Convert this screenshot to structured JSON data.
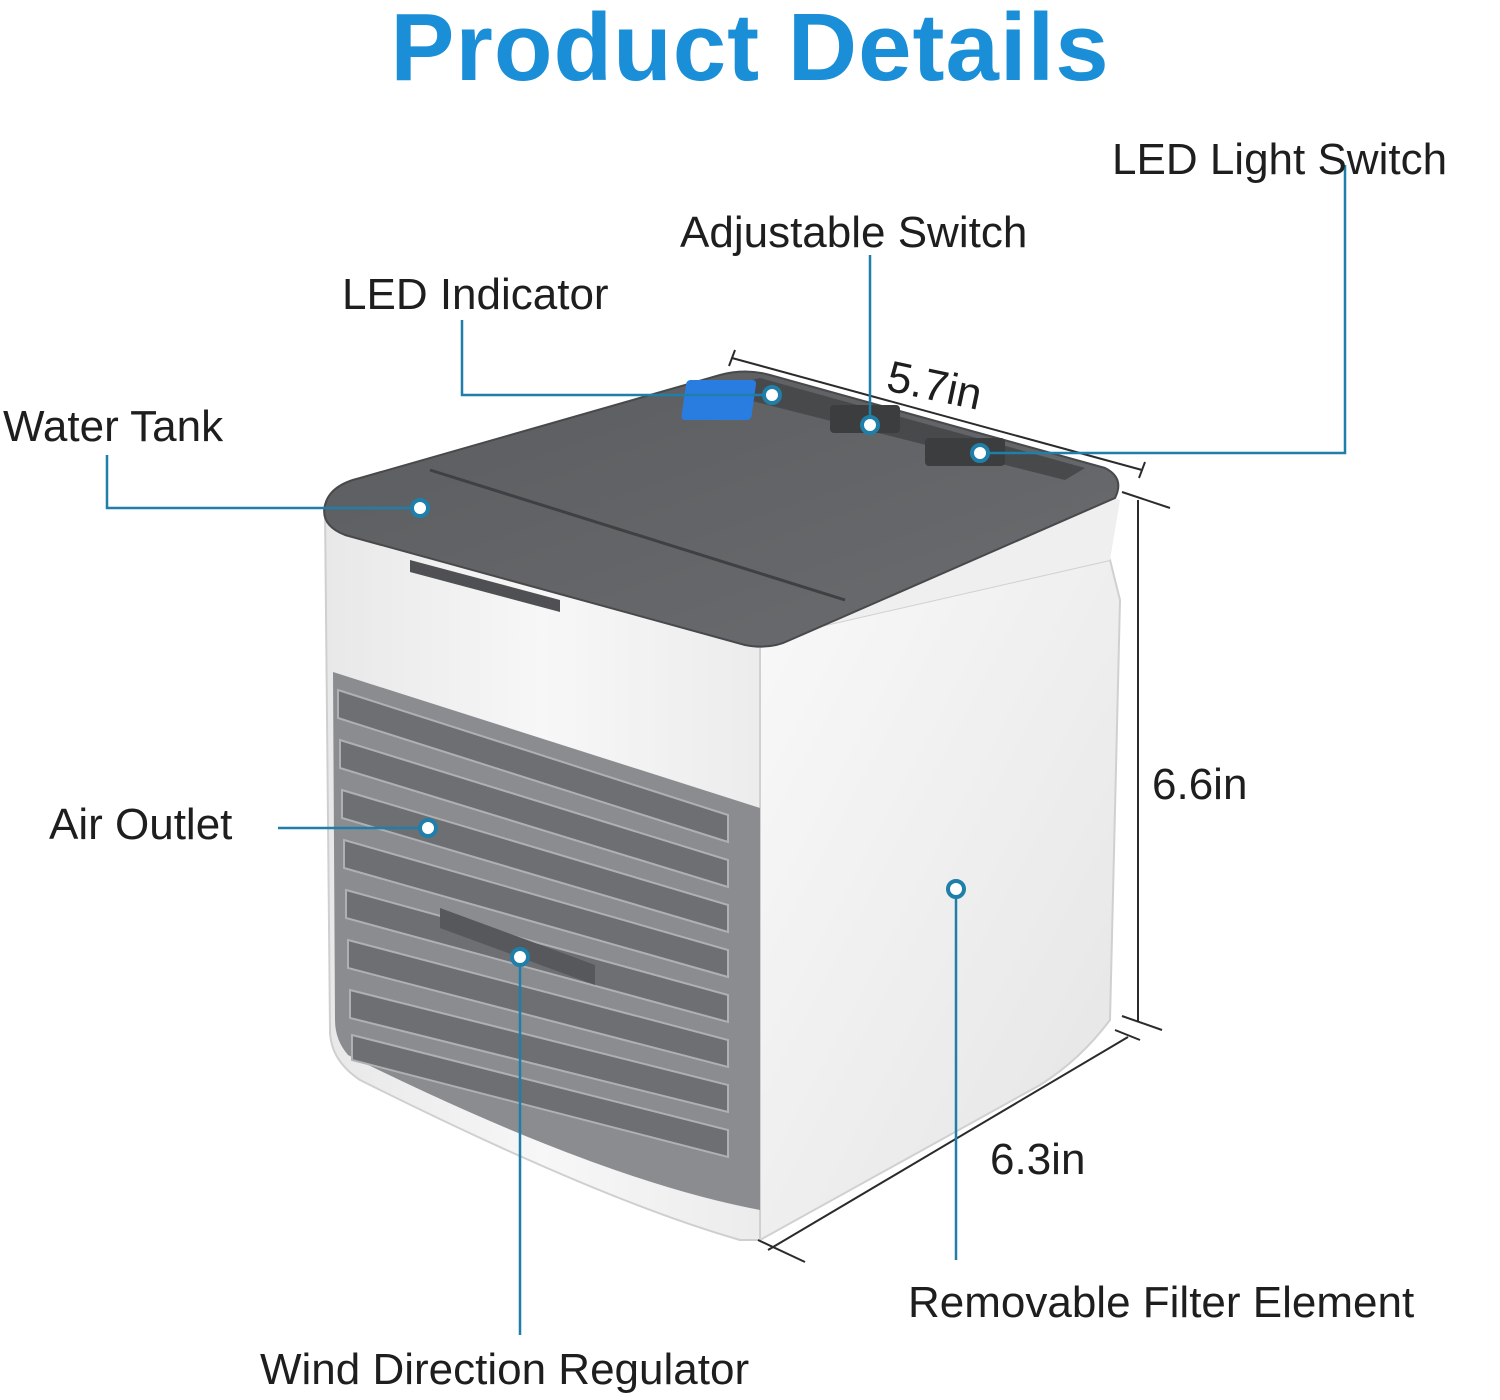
{
  "title": "Product Details",
  "labels": {
    "led_light_switch": "LED Light Switch",
    "adjustable_switch": "Adjustable Switch",
    "led_indicator": "LED Indicator",
    "water_tank": "Water Tank",
    "air_outlet": "Air Outlet",
    "removable_filter": "Removable Filter Element",
    "wind_direction": "Wind Direction Regulator"
  },
  "dimensions": {
    "width": "5.7in",
    "height": "6.6in",
    "depth": "6.3in"
  },
  "colors": {
    "title": "#1a8fd8",
    "callout": "#1f7fa8",
    "lid": "#5f6164",
    "body_white": "#f4f4f4",
    "louver": "#6d6f72",
    "led_blue": "#2a7de0"
  }
}
